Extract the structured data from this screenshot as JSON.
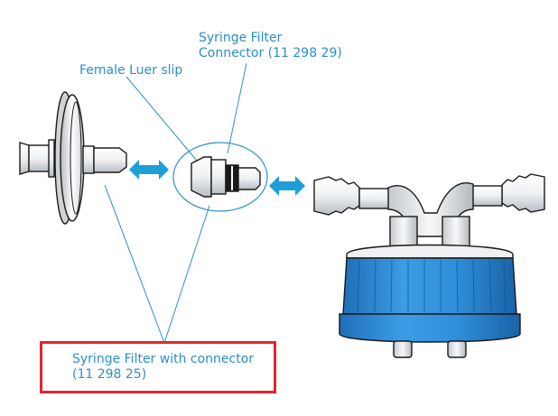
{
  "labels": {
    "connector_line1": "Syringe Filter",
    "connector_line2": "Connector (11 298 29)",
    "luer": "Female Luer slip",
    "filter_line1": "Syringe Filter with connector",
    "filter_line2": "(11 298 25)"
  },
  "colors": {
    "label_text": "#2a8fc7",
    "arrow": "#1ea0d6",
    "cap_blue": "#2f8fd8",
    "highlight_border": "#e3262b",
    "outline": "#1a1a1a"
  }
}
